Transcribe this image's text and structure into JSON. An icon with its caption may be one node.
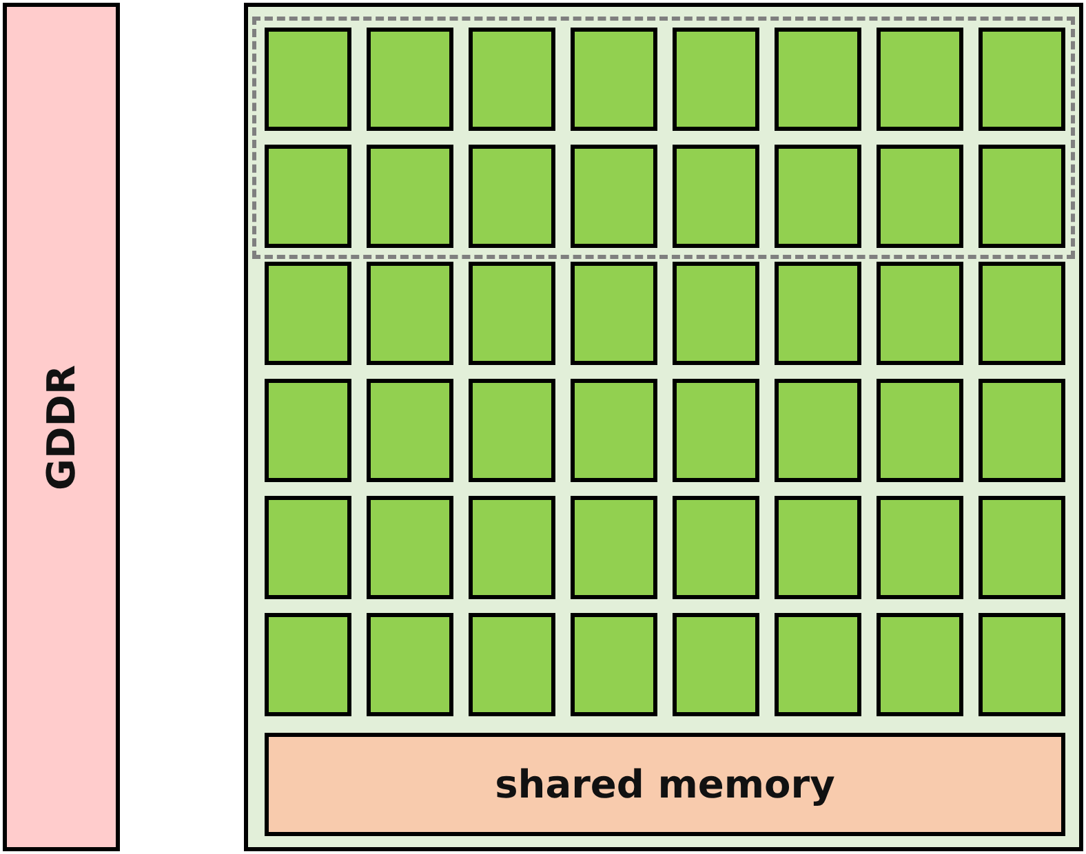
{
  "diagram": {
    "nodes": [
      {
        "text": [
          "GDDR"
        ]
      },
      {
        "text": [],
        "shape": "box"
      },
      {
        "text": [],
        "shape": "box",
        "in": 1
      },
      {
        "text": [],
        "shape": "box",
        "in": 2
      },
      {
        "text": [],
        "shape": "box",
        "in": 2
      },
      {
        "text": [],
        "shape": "box",
        "in": 2
      },
      {
        "text": [],
        "shape": "box",
        "in": 2
      },
      {
        "text": [],
        "shape": "box",
        "in": 2
      },
      {
        "text": [],
        "shape": "box",
        "in": 2
      },
      {
        "text": [],
        "shape": "box",
        "in": 2
      },
      {
        "text": [],
        "shape": "box",
        "in": 2
      },
      {
        "text": [],
        "shape": "box",
        "in": 2
      },
      {
        "text": [],
        "shape": "box",
        "in": 2
      },
      {
        "text": [],
        "shape": "box",
        "in": 2
      },
      {
        "text": [],
        "shape": "box",
        "in": 2
      },
      {
        "text": [],
        "shape": "box",
        "in": 2
      },
      {
        "text": [],
        "shape": "box",
        "in": 2
      },
      {
        "text": [],
        "shape": "box",
        "in": 2
      },
      {
        "text": [],
        "shape": "box",
        "in": 2
      },
      {
        "text": [],
        "shape": "box",
        "in": 1
      },
      {
        "text": [],
        "shape": "box",
        "in": 1
      },
      {
        "text": [],
        "shape": "box",
        "in": 1
      },
      {
        "text": [],
        "shape": "box",
        "in": 1
      },
      {
        "text": [],
        "shape": "box",
        "in": 1
      },
      {
        "text": [],
        "shape": "box",
        "in": 1
      },
      {
        "text": [],
        "shape": "box",
        "in": 1
      },
      {
        "text": [],
        "shape": "box",
        "in": 1
      },
      {
        "text": [],
        "shape": "box",
        "in": 1
      },
      {
        "text": [],
        "shape": "box",
        "in": 1
      },
      {
        "text": [],
        "shape": "box",
        "in": 1
      },
      {
        "text": [],
        "shape": "box",
        "in": 1
      },
      {
        "text": [],
        "shape": "box",
        "in": 1
      },
      {
        "text": [],
        "shape": "box",
        "in": 1
      },
      {
        "text": [],
        "shape": "box",
        "in": 1
      },
      {
        "text": [],
        "shape": "box",
        "in": 1
      },
      {
        "text": [],
        "shape": "box",
        "in": 1
      },
      {
        "text": [],
        "shape": "box",
        "in": 1
      },
      {
        "text": [],
        "shape": "box",
        "in": 1
      },
      {
        "text": [],
        "shape": "box",
        "in": 1
      },
      {
        "text": [],
        "shape": "box",
        "in": 1
      },
      {
        "text": [],
        "shape": "box",
        "in": 1
      },
      {
        "text": [],
        "shape": "box",
        "in": 1
      },
      {
        "text": [],
        "shape": "box",
        "in": 1
      },
      {
        "text": [],
        "shape": "box",
        "in": 1
      },
      {
        "text": [],
        "shape": "box",
        "in": 1
      },
      {
        "text": [],
        "shape": "box",
        "in": 1
      },
      {
        "text": [],
        "shape": "box",
        "in": 1
      },
      {
        "text": [],
        "shape": "box",
        "in": 1
      },
      {
        "text": [],
        "shape": "box",
        "in": 1
      },
      {
        "text": [],
        "shape": "box",
        "in": 1
      },
      {
        "text": [],
        "shape": "box",
        "in": 1
      },
      {
        "text": [
          "shared memory"
        ],
        "in": 1
      }
    ]
  }
}
